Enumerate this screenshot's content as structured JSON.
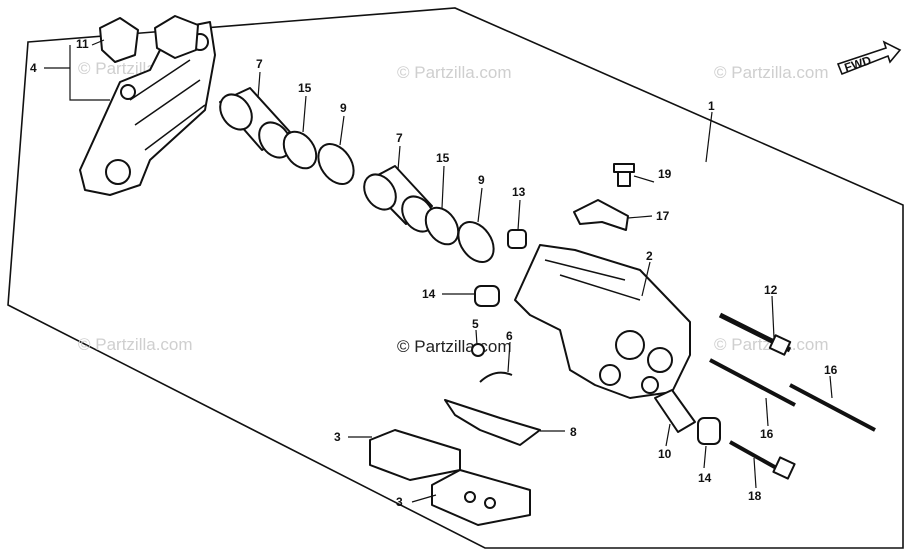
{
  "fwd_label": "FWD",
  "watermarks": {
    "faint": "© Partzilla.com",
    "center": "© Partzilla.com"
  },
  "callouts": [
    "1",
    "2",
    "3",
    "3",
    "4",
    "5",
    "6",
    "7",
    "7",
    "8",
    "9",
    "9",
    "10",
    "11",
    "12",
    "13",
    "14",
    "14",
    "15",
    "15",
    "16",
    "16",
    "17",
    "18",
    "19"
  ]
}
